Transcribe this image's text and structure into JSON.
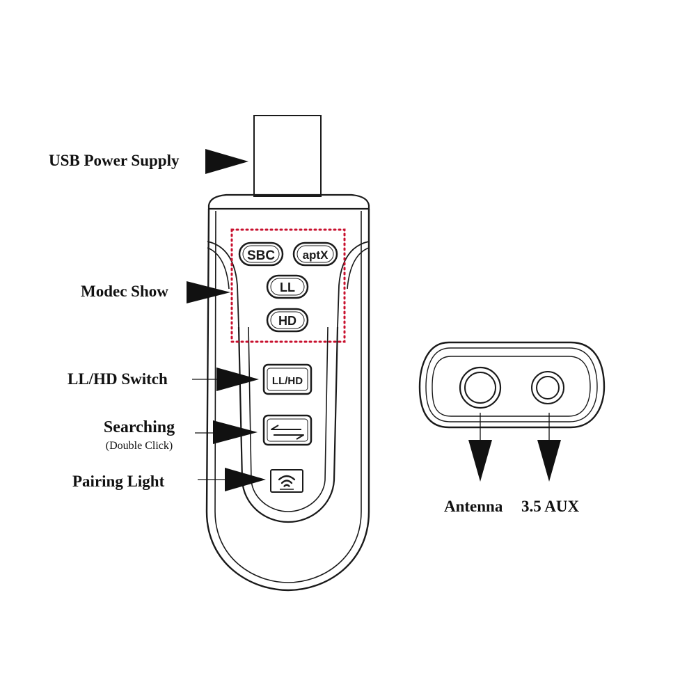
{
  "callouts": {
    "usb_power": "USB Power Supply",
    "modec_show": "Modec Show",
    "ll_hd_switch": "LL/HD Switch",
    "searching": "Searching",
    "searching_hint": "(Double Click)",
    "pairing_light": "Pairing Light",
    "antenna": "Antenna",
    "aux": "3.5 AUX"
  },
  "device": {
    "indicators": {
      "sbc": "SBC",
      "aptx": "aptX",
      "ll": "LL",
      "hd": "HD"
    },
    "switch_button_label": "LL/HD"
  },
  "colors": {
    "outline": "#1a1a1a",
    "highlight_dots": "#c8102e",
    "arrow": "#111111"
  }
}
